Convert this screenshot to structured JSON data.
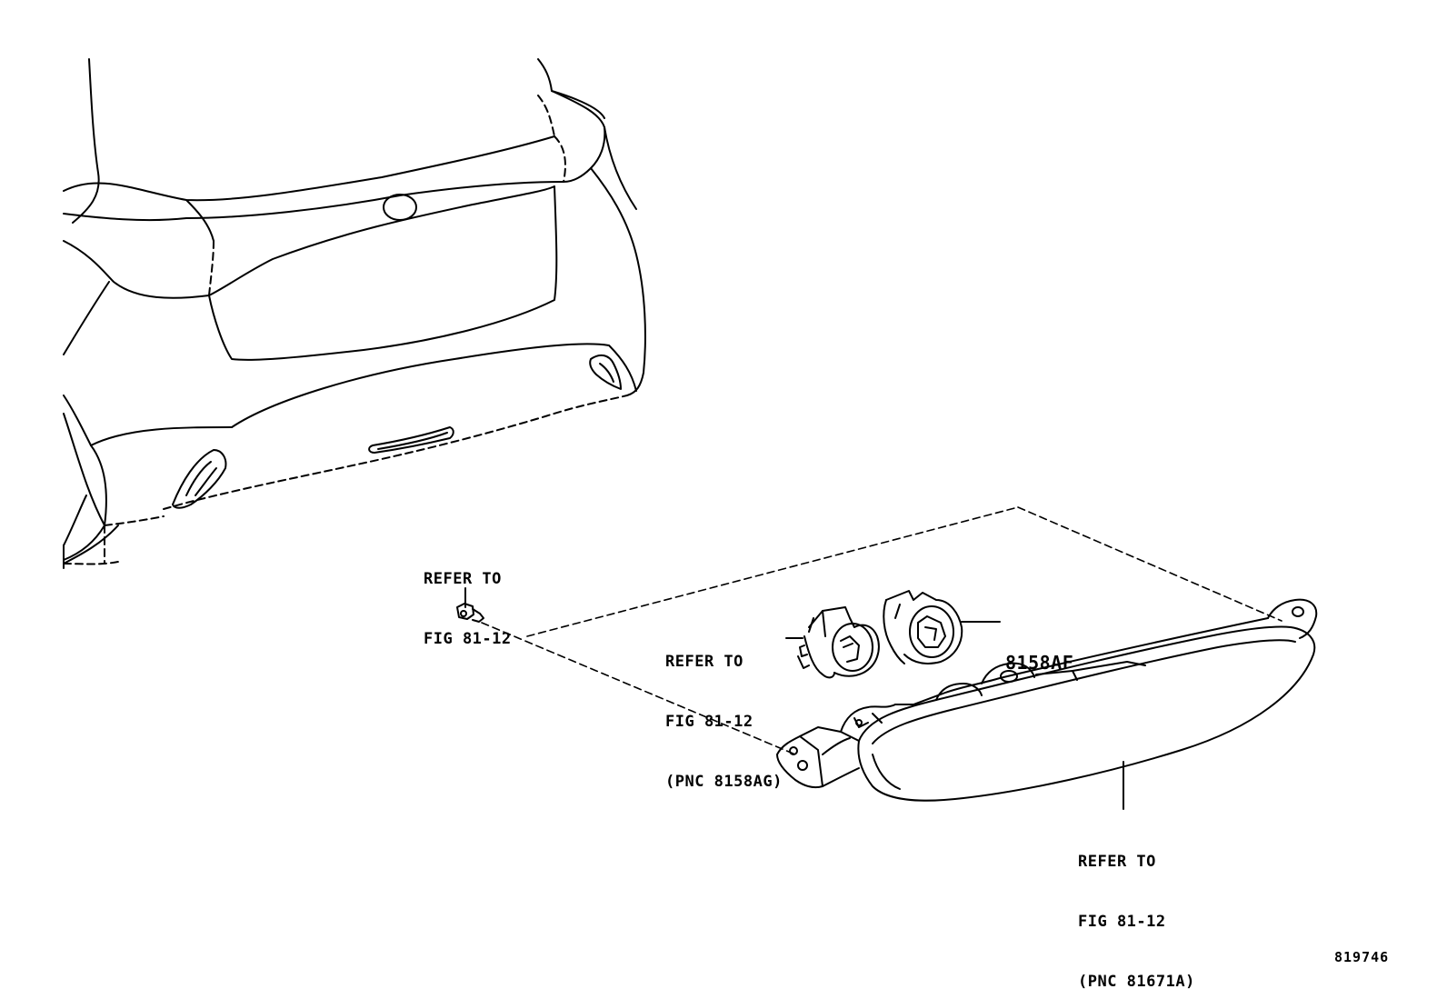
{
  "callouts": {
    "bolt_ref": {
      "line1": "REFER TO",
      "line2": "FIG 81-12"
    },
    "socket_ref": {
      "line1": "REFER TO",
      "line2": "FIG 81-12",
      "line3": "(PNC 8158AG)"
    },
    "bulb_part": {
      "pnc": "8158AF"
    },
    "lamp_ref": {
      "line1": "REFER TO",
      "line2": "FIG 81-12",
      "line3": "(PNC 81671A)"
    }
  },
  "illustration_number": "819746",
  "colors": {
    "line": "#000000",
    "background": "#ffffff"
  }
}
